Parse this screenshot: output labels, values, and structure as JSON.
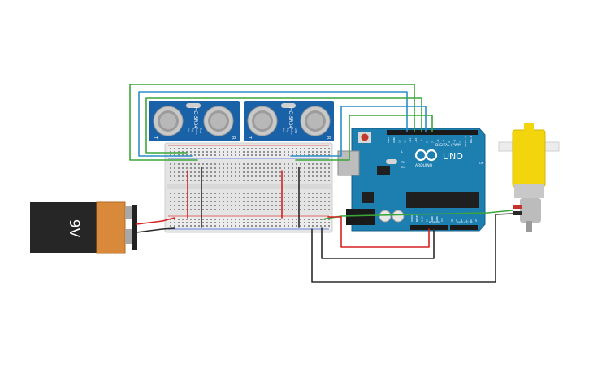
{
  "battery": {
    "label": "9V"
  },
  "sensors": [
    {
      "model": "HC-SR04",
      "pins": [
        "Vcc",
        "Trig",
        "Echo",
        "Gnd"
      ],
      "marks": [
        "T",
        "R"
      ]
    },
    {
      "model": "HC-SR04",
      "pins": [
        "Vcc",
        "Trig",
        "Echo",
        "Gnd"
      ],
      "marks": [
        "T",
        "R"
      ]
    }
  ],
  "arduino": {
    "model": "UNO",
    "brand": "ARDUINO",
    "digital_header_label": "DIGITAL (PWM~)",
    "power_header_label": "POWER",
    "analog_header_label": "ANALOG IN",
    "on_label": "ON",
    "tx_label": "TX",
    "rx_label": "RX",
    "l_label": "L",
    "digital_pins": [
      "AREF",
      "GND",
      "13",
      "12",
      "~11",
      "~10",
      "~9",
      "8",
      "7",
      "~6",
      "~5",
      "4",
      "~3",
      "2",
      "TX→1",
      "RX←0"
    ],
    "power_pins": [
      "IOREF",
      "RESET",
      "3.3V",
      "5V",
      "GND",
      "GND",
      "Vin"
    ],
    "analog_pins": [
      "A0",
      "A1",
      "A2",
      "A3",
      "A4",
      "A5"
    ]
  },
  "colors": {
    "wire_green": "#3aa63a",
    "wire_blue": "#2a8fc7",
    "wire_red": "#d62020",
    "wire_black": "#2a2a2a",
    "board_blue": "#1d7fb0",
    "battery_orange": "#d88838",
    "motor_yellow": "#f2d50c",
    "sensor_blue": "#1a62a8",
    "breadboard": "#e6e6e6"
  }
}
